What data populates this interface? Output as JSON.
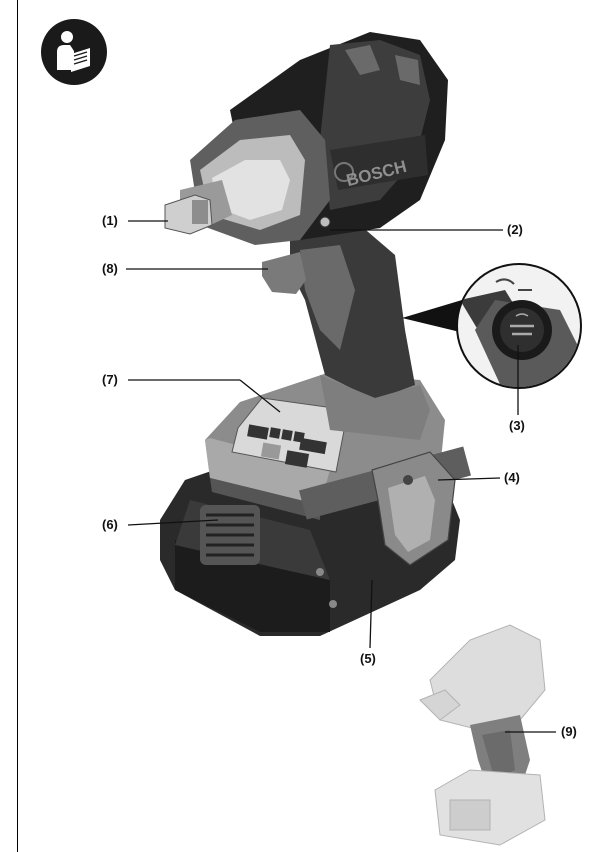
{
  "callouts": {
    "c1": "(1)",
    "c2": "(2)",
    "c3": "(3)",
    "c4": "(4)",
    "c5": "(5)",
    "c6": "(6)",
    "c7": "(7)",
    "c8": "(8)",
    "c9": "(9)"
  },
  "brand": "BOSCH",
  "icons": {
    "manual": "read-manual-icon"
  },
  "colors": {
    "dark": "#2b2b2b",
    "mid": "#6f6f6f",
    "light": "#bdbdbd",
    "faded": "#d6d6d6"
  }
}
